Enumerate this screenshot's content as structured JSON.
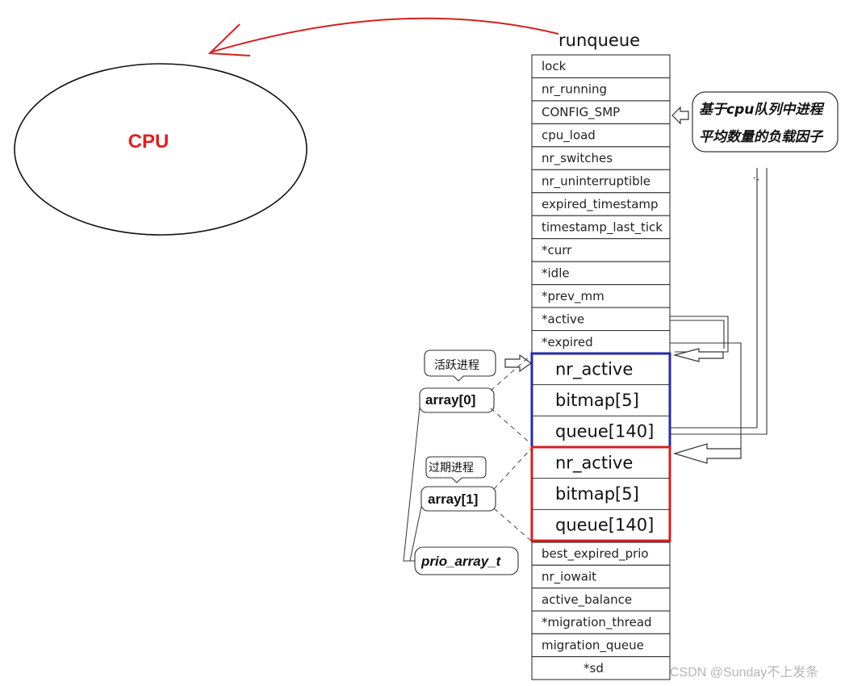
{
  "cpu": {
    "label": "CPU"
  },
  "runqueue": {
    "title": "runqueue",
    "fields_top": [
      "lock",
      "nr_running",
      "CONFIG_SMP",
      "cpu_load",
      "nr_switches",
      "nr_uninterruptible",
      "expired_timestamp",
      "timestamp_last_tick",
      "*curr",
      "*idle",
      "*prev_mm",
      "*active",
      "*expired"
    ],
    "active_array": [
      "nr_active",
      "bitmap[5]",
      "queue[140]"
    ],
    "expired_array": [
      "nr_active",
      "bitmap[5]",
      "queue[140]"
    ],
    "fields_bottom": [
      "best_expired_prio",
      "nr_iowait",
      "active_balance",
      "*migration_thread",
      "migration_queue",
      "*sd"
    ]
  },
  "callouts": {
    "load_factor_line1": "基于cpu队列中进程",
    "load_factor_line2": "平均数量的负载因子",
    "active_proc": "活跃进程",
    "expired_proc": "过期进程",
    "array0": "array[0]",
    "array1": "array[1]",
    "prio_array_t": "prio_array_t"
  },
  "colors": {
    "active_border": "#2a2aa8",
    "expired_border": "#d42020",
    "arrow_red": "#d42020"
  },
  "watermark": "CSDN @Sunday不上发条"
}
